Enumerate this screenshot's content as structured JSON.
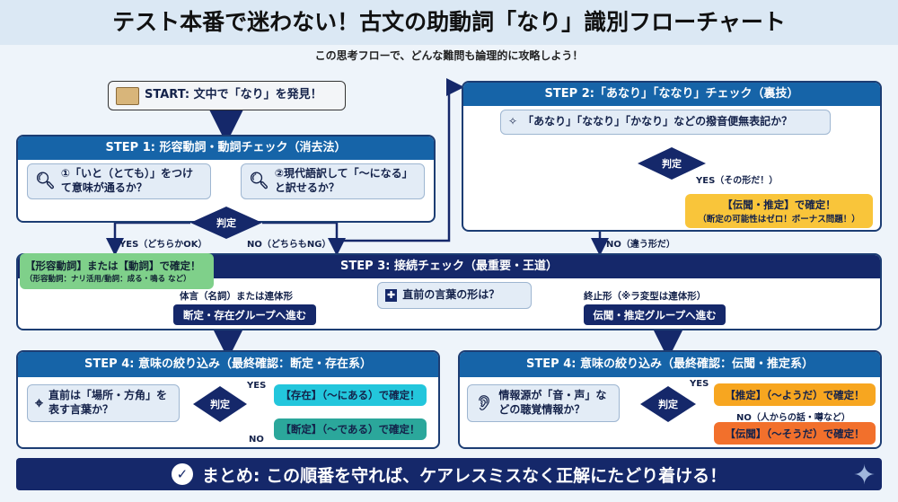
{
  "title": "テスト本番で迷わない！古文の助動詞「なり」識別フローチャート",
  "subtitle": "この思考フローで、どんな難問も論理的に攻略しよう！",
  "start": {
    "label": "START: 文中で「なり」を発見！",
    "icon": "scroll-icon"
  },
  "step1": {
    "header": "STEP 1: 形容動詞・動詞チェック（消去法）",
    "q1": "①「いと（とても）」をつけて意味が通るか？",
    "q2": "②現代語訳して「〜になる」と訳せるか？",
    "decision": "判定",
    "yes": "YES（どちらかOK）",
    "no": "NO（どちらもNG）",
    "result_title": "【形容動詞】または【動詞】で確定！",
    "result_note": "（形容動詞：ナリ活用/動詞：成る・鳴る など）"
  },
  "step2": {
    "header": "STEP 2:「あなり」「ななり」チェック（裏技）",
    "question": "「あなり」「ななり」「かなり」などの撥音便無表記か？",
    "decision": "判定",
    "yes": "YES（その形だ！）",
    "no": "NO（違う形だ）",
    "result_title": "【伝聞・推定】で確定！",
    "result_note": "（断定の可能性はゼロ！ボーナス問題！）"
  },
  "step3": {
    "header": "STEP 3: 接続チェック（最重要・王道）",
    "question": "直前の言葉の形は？",
    "left_label": "体言（名詞）または連体形",
    "right_label": "終止形（※ラ変型は連体形）",
    "left_button": "断定・存在グループへ進む",
    "right_button": "伝聞・推定グループへ進む"
  },
  "step4a": {
    "header": "STEP 4: 意味の絞り込み（最終確認：断定・存在系）",
    "question": "直前は「場所・方角」を表す言葉か？",
    "decision": "判定",
    "yes": "YES",
    "no": "NO",
    "yes_result": "【存在】（〜にある）で確定！",
    "no_result": "【断定】（〜である）で確定！"
  },
  "step4b": {
    "header": "STEP 4: 意味の絞り込み（最終確認：伝聞・推定系）",
    "question": "情報源が「音・声」などの聴覚情報か？",
    "decision": "判定",
    "yes": "YES",
    "no": "NO（人からの話・噂など）",
    "yes_result": "【推定】（〜ようだ）で確定！",
    "no_result": "【伝聞】（〜そうだ）で確定！"
  },
  "summary": "まとめ: この順番を守れば、ケアレスミスなく正解にたどり着ける！",
  "colors": {
    "blue": "#1664a8",
    "navy": "#15286a",
    "green": "#7fd08a",
    "yellow": "#f9c53a",
    "cyan": "#23c6dc",
    "teal": "#2ba79b",
    "amber": "#f7a620",
    "orange": "#f2702c"
  }
}
